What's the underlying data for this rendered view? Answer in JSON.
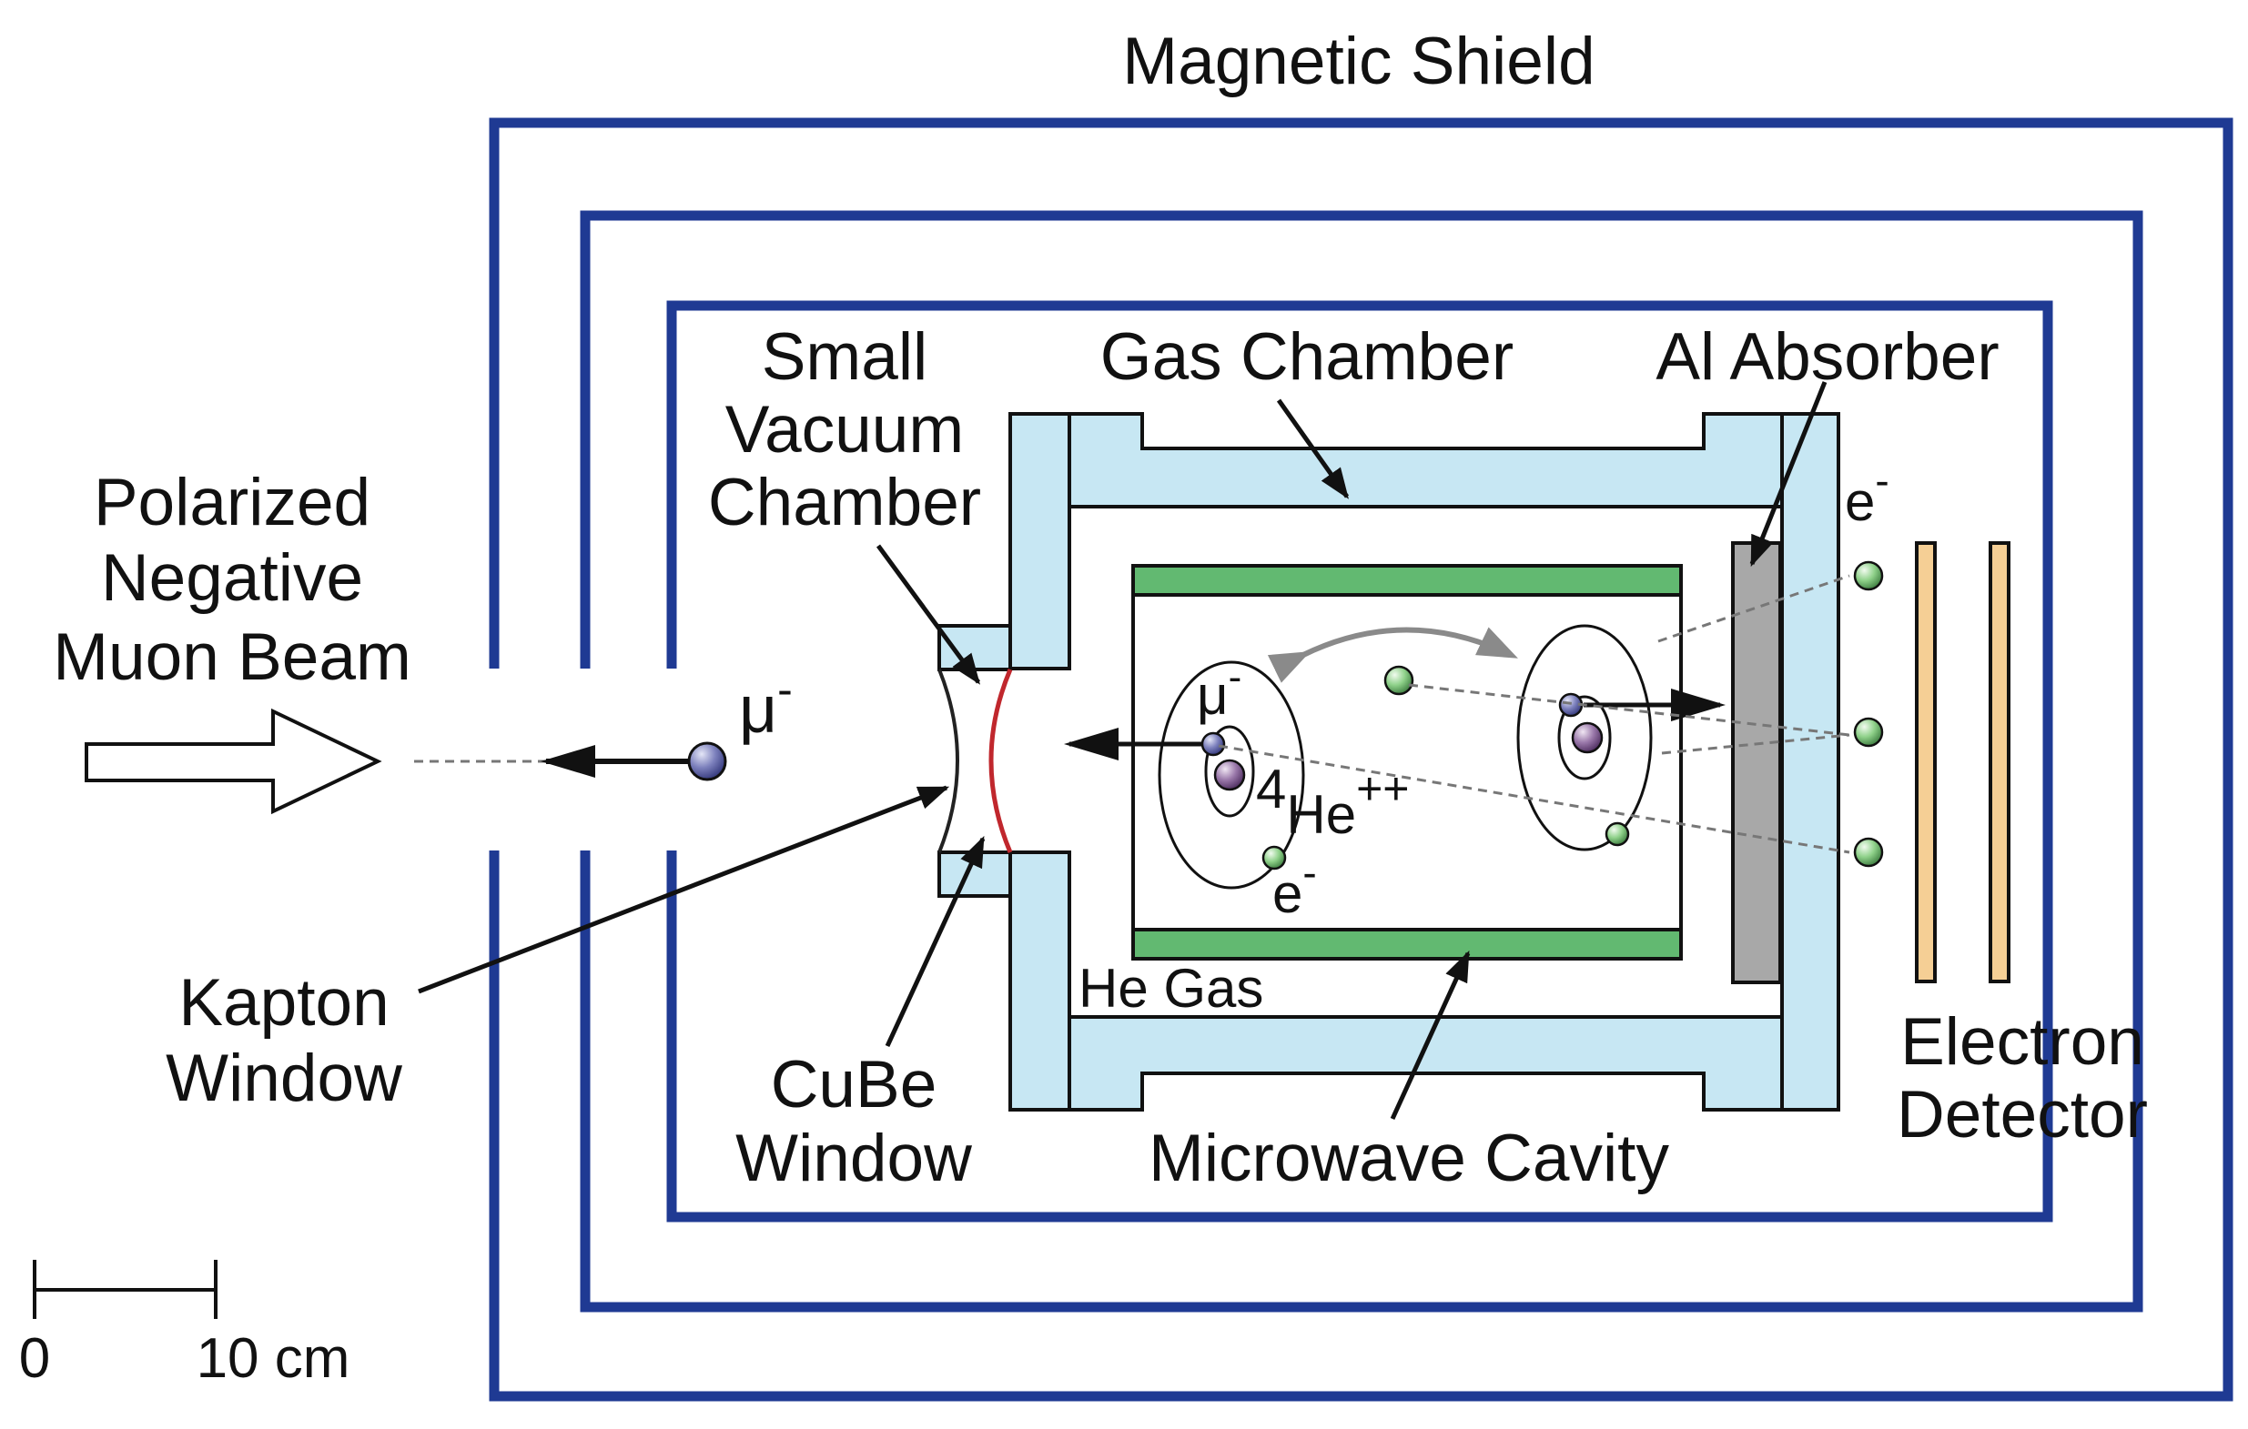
{
  "labels": {
    "magnetic_shield": "Magnetic Shield",
    "beam": [
      "Polarized",
      "Negative",
      "Muon Beam"
    ],
    "muon_beam_particle": "μ",
    "muon_sup": "-",
    "small_vacuum_chamber": [
      "Small",
      "Vacuum",
      "Chamber"
    ],
    "gas_chamber": "Gas Chamber",
    "al_absorber": "Al Absorber",
    "electron": "e",
    "electron_sup": "-",
    "muon_atom": "μ",
    "he_mass": "4",
    "he_symbol": "He",
    "he_charge": "++",
    "he_gas": "He Gas",
    "kapton_window": [
      "Kapton",
      "Window"
    ],
    "cube_window": [
      "CuBe",
      "Window"
    ],
    "microwave_cavity": "Microwave Cavity",
    "electron_detector": [
      "Electron",
      "Detector"
    ],
    "scale_zero": "0",
    "scale_ten": "10 cm"
  },
  "colors": {
    "shield": "#1f3a93",
    "chamber_fill": "#c7e7f3",
    "cavity_plate": "#62b971",
    "absorber": "#a8a8a8",
    "detector": "#f5cf95",
    "cube_window": "#c0272d",
    "muon_particle": "#6e73b5",
    "electron_particle": "#8fd18a"
  },
  "icons": {
    "beam": "hollow-arrow-icon",
    "muon": "sphere-icon",
    "electron": "sphere-icon",
    "oscillation": "curved-double-arrow-icon"
  }
}
